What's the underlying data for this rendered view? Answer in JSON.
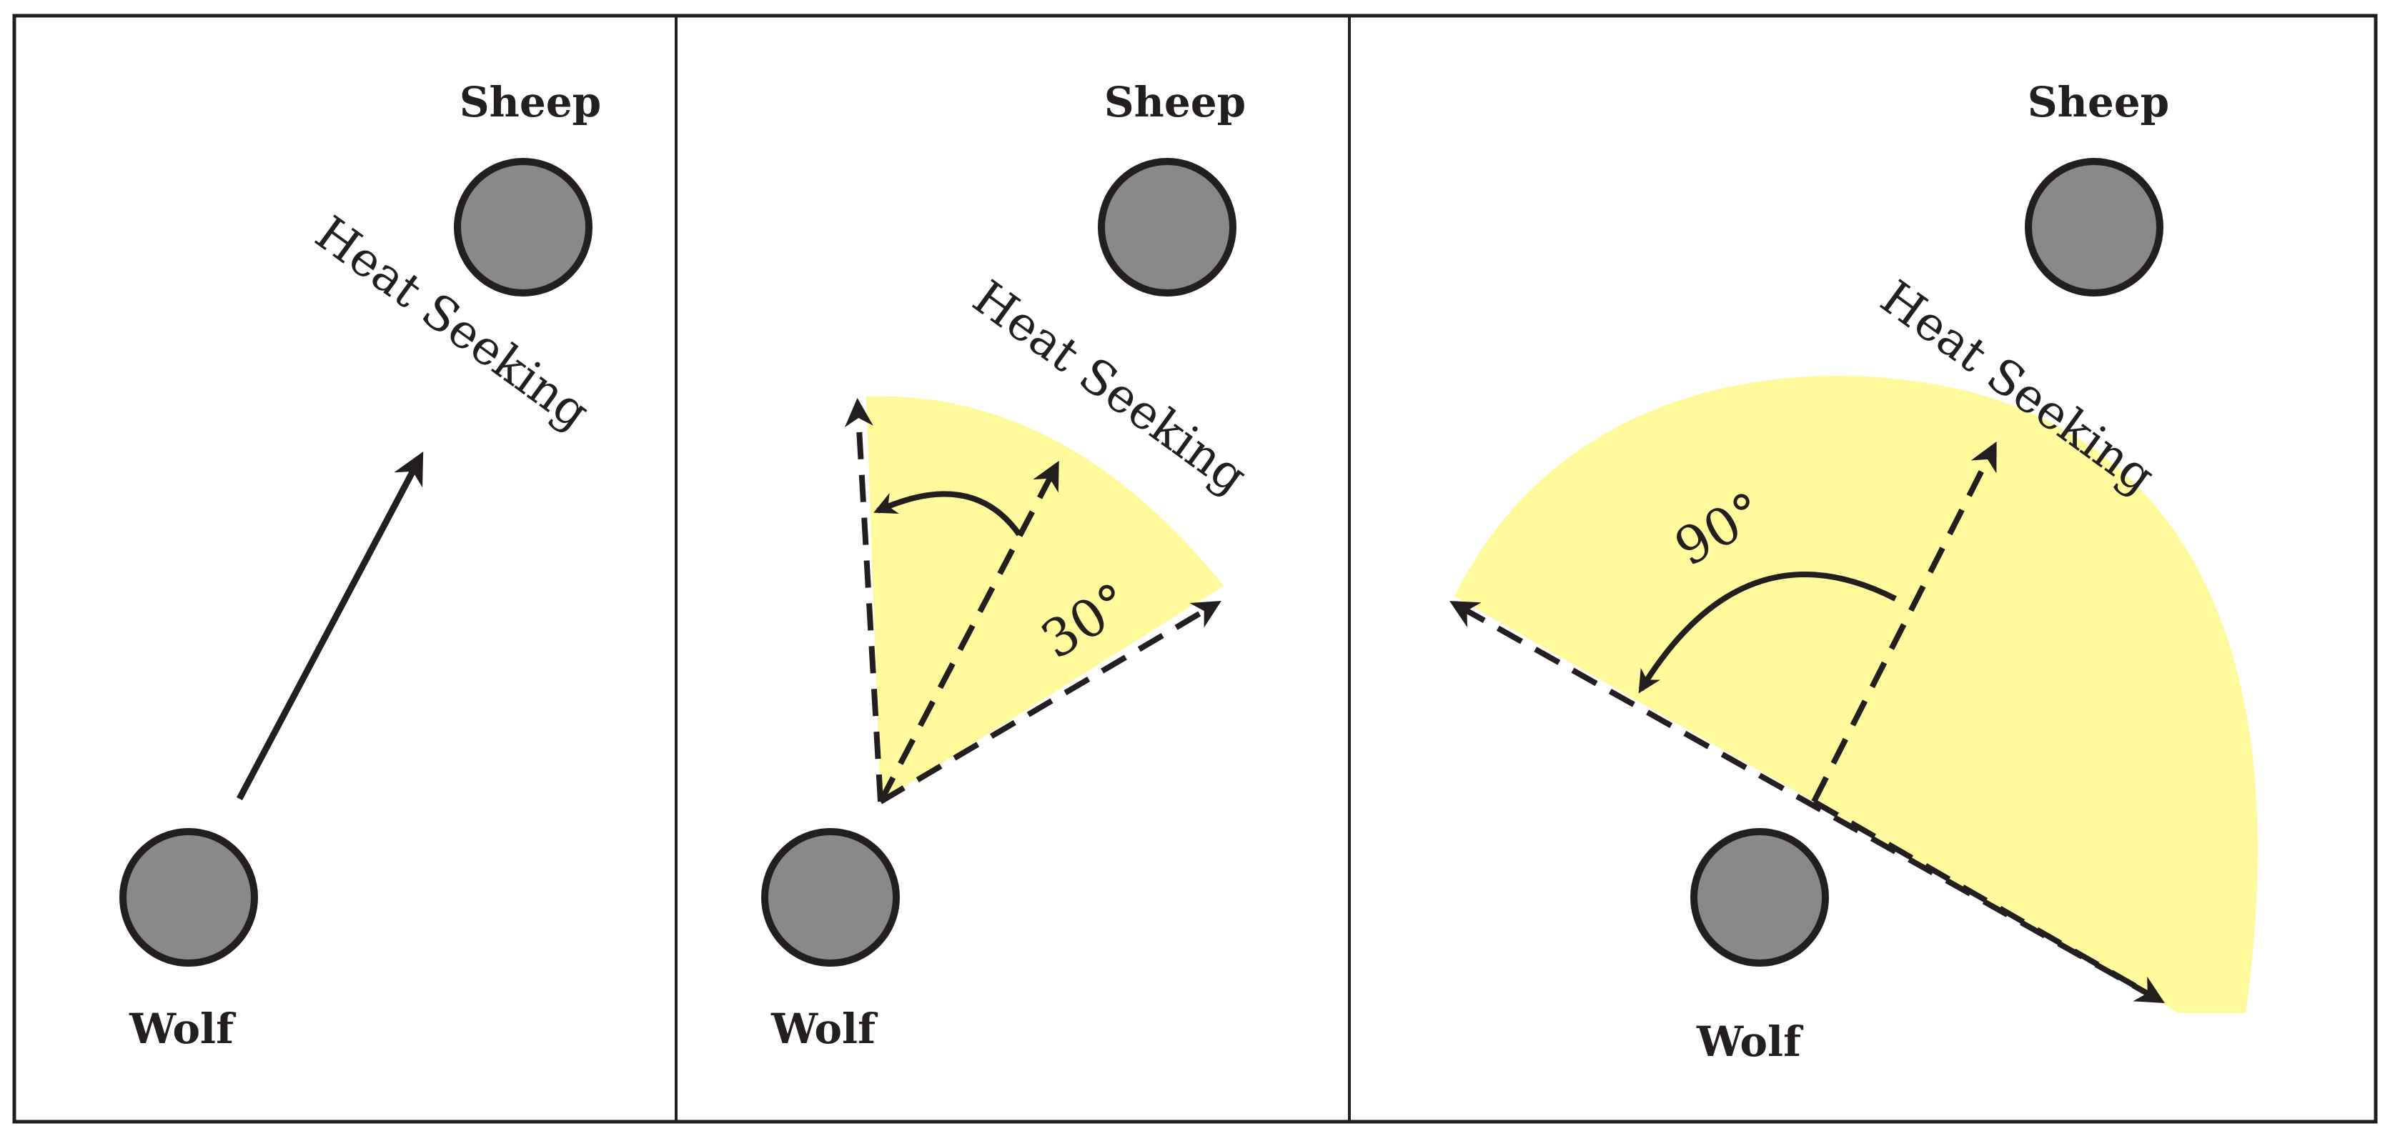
{
  "colors": {
    "frame": "#231f20",
    "agent_fill": "#898989",
    "sector_fill": "#fffa9c"
  },
  "panels": [
    {
      "sheep_label": "Sheep",
      "wolf_label": "Wolf",
      "heading_label": "Heat Seeking"
    },
    {
      "sheep_label": "Sheep",
      "wolf_label": "Wolf",
      "heading_label": "Heat Seeking",
      "angle_label": "30°"
    },
    {
      "sheep_label": "Sheep",
      "wolf_label": "Wolf",
      "heading_label": "Heat Seeking",
      "angle_label": "90°"
    }
  ]
}
